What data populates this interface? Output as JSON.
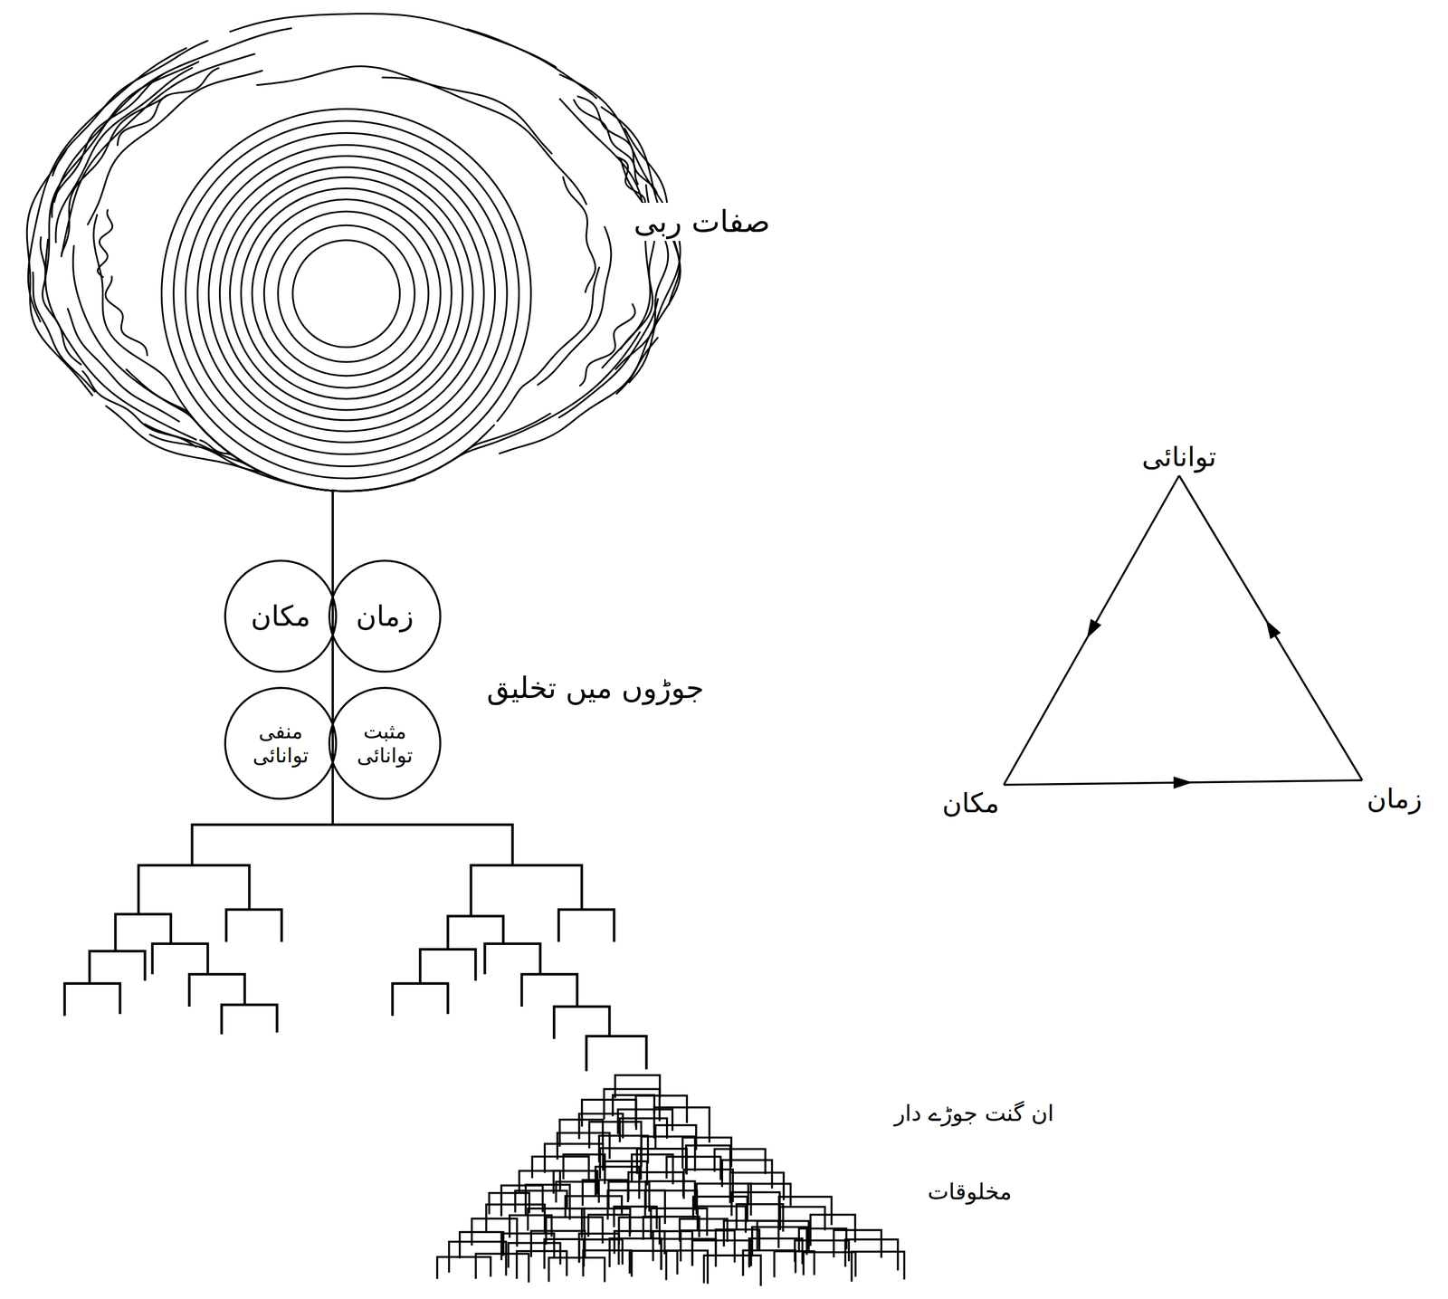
{
  "diagram": {
    "nodes": [
      {
        "text": [
          "زمان"
        ]
      },
      {
        "text": [
          "مکان"
        ]
      },
      {
        "text": [
          "مثبت توانائی"
        ]
      },
      {
        "text": [
          "منفی توانائی"
        ]
      },
      {
        "text": [
          "توانائی"
        ]
      },
      {
        "text": [
          "مکان"
        ]
      },
      {
        "text": [
          "زمان"
        ]
      }
    ],
    "edges": [
      {
        "from": 4,
        "to": 5,
        "arrow": "to"
      },
      {
        "from": 5,
        "to": 6,
        "arrow": "to"
      },
      {
        "from": 6,
        "to": 4,
        "arrow": "to"
      }
    ],
    "labels": [
      "صفات ربی",
      "جوڑوں میں تخلیق",
      "ان گنت جوڑے دار",
      "مخلوقات"
    ]
  }
}
